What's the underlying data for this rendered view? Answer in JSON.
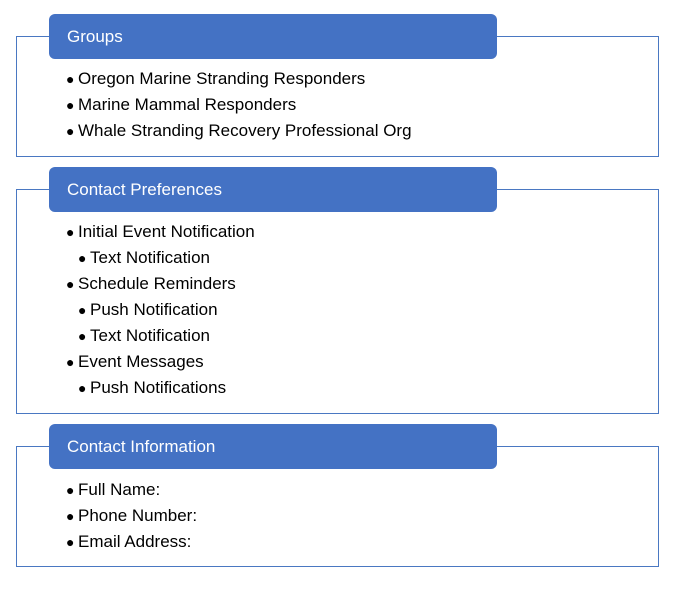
{
  "colors": {
    "header_fill": "#4472c4",
    "border": "#4a78c2",
    "header_text": "#ffffff",
    "body_text": "#000000"
  },
  "sections": [
    {
      "title": "Groups",
      "items": [
        {
          "text": "Oregon Marine Stranding Responders",
          "level": 1
        },
        {
          "text": "Marine Mammal Responders",
          "level": 1
        },
        {
          "text": "Whale Stranding Recovery Professional Org",
          "level": 1
        }
      ]
    },
    {
      "title": "Contact Preferences",
      "items": [
        {
          "text": "Initial Event Notification",
          "level": 1
        },
        {
          "text": "Text Notification",
          "level": 2
        },
        {
          "text": "Schedule Reminders",
          "level": 1
        },
        {
          "text": "Push Notification",
          "level": 2
        },
        {
          "text": "Text Notification",
          "level": 2
        },
        {
          "text": "Event Messages",
          "level": 1
        },
        {
          "text": "Push Notifications",
          "level": 2
        }
      ]
    },
    {
      "title": "Contact Information",
      "items": [
        {
          "text": "Full Name:",
          "level": 1
        },
        {
          "text": "Phone Number:",
          "level": 1
        },
        {
          "text": "Email Address:",
          "level": 1
        }
      ]
    }
  ]
}
